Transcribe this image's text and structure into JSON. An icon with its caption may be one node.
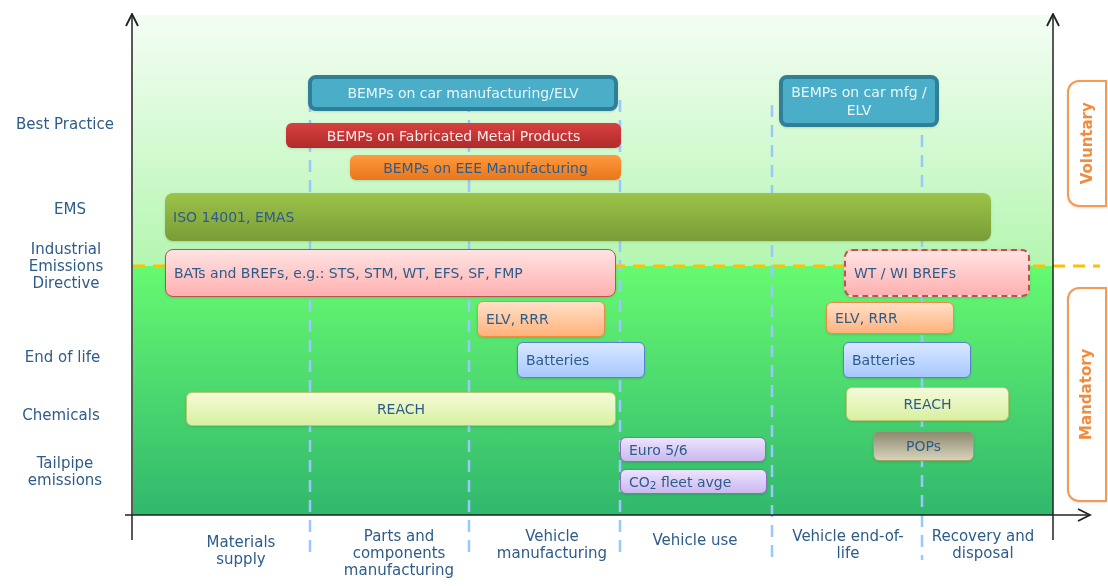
{
  "diagram": {
    "nodes": [
      {
        "text": [
          "BEMPs on car manufacturing/ELV"
        ]
      },
      {
        "text": [
          "BEMPs on car mfg / ELV"
        ]
      },
      {
        "text": [
          "BEMPs on Fabricated Metal Products"
        ]
      },
      {
        "text": [
          "BEMPs on EEE Manufacturing"
        ]
      },
      {
        "text": [
          "ISO 14001, EMAS"
        ]
      },
      {
        "text": [
          "BATs and BREFs, e.g.: STS, STM, WT, EFS, SF, FMP"
        ]
      },
      {
        "text": [
          "WT / WI BREFs"
        ]
      },
      {
        "text": [
          "ELV, RRR"
        ]
      },
      {
        "text": [
          "ELV, RRR"
        ]
      },
      {
        "text": [
          "Batteries"
        ]
      },
      {
        "text": [
          "Batteries"
        ]
      },
      {
        "text": [
          "REACH"
        ]
      },
      {
        "text": [
          "REACH"
        ]
      },
      {
        "text": [
          "POPs"
        ]
      },
      {
        "text": [
          "Euro 5/6"
        ]
      },
      {
        "text": [
          "CO$_{2}$ fleet avge"
        ]
      },
      {
        "text": [
          "Voluntary"
        ]
      },
      {
        "text": [
          "Mandatory"
        ]
      }
    ],
    "labels": [
      "Best Practice",
      "EMS",
      "Industrial Emissions Directive",
      "End of life",
      "Chemicals",
      "Tailpipe emissions",
      "Materials supply",
      "Parts and components manufacturing",
      "Vehicle manufacturing",
      "Vehicle use",
      "Vehicle end-of-life",
      "Recovery and disposal"
    ]
  }
}
